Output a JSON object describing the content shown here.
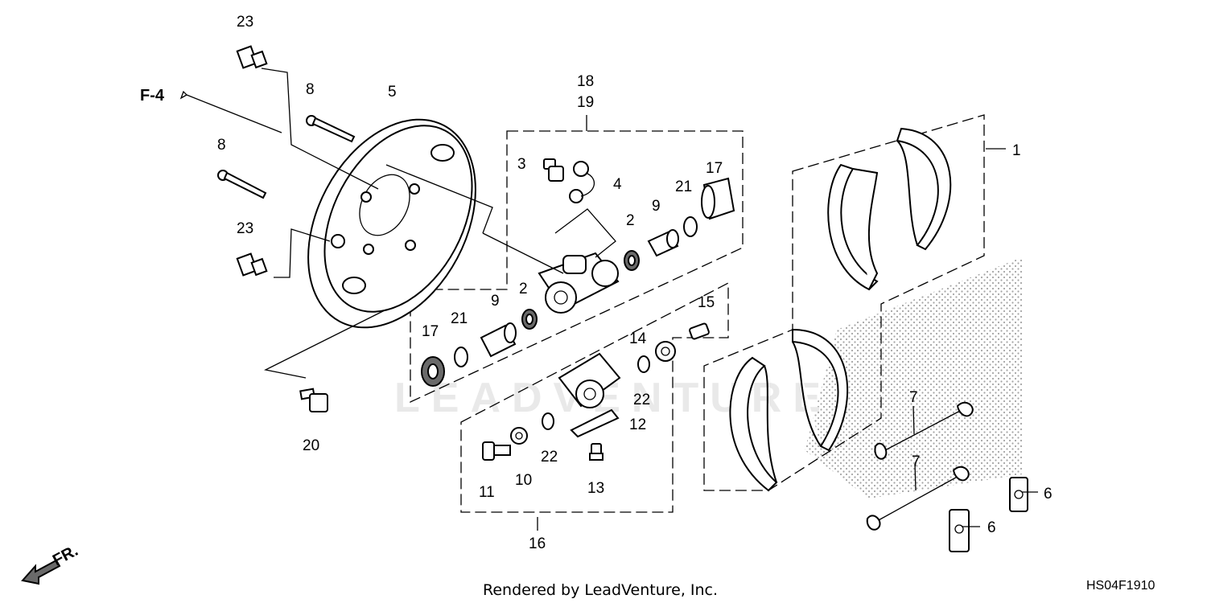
{
  "callouts": {
    "c1": "1",
    "c2a": "2",
    "c2b": "2",
    "c3": "3",
    "c4": "4",
    "c5": "5",
    "c6a": "6",
    "c6b": "6",
    "c7a": "7",
    "c7b": "7",
    "c8a": "8",
    "c8b": "8",
    "c9a": "9",
    "c9b": "9",
    "c10": "10",
    "c11": "11",
    "c12": "12",
    "c13": "13",
    "c14": "14",
    "c15": "15",
    "c16": "16",
    "c17a": "17",
    "c17b": "17",
    "c18": "18",
    "c19": "19",
    "c20": "20",
    "c21a": "21",
    "c21b": "21",
    "c22a": "22",
    "c22b": "22",
    "c23a": "23",
    "c23b": "23"
  },
  "refs": {
    "f4": "F-4",
    "front": "FR."
  },
  "watermark": "LEADVENTURE",
  "credit": "Rendered by LeadVenture, Inc.",
  "diagram_code": "HS04F1910"
}
